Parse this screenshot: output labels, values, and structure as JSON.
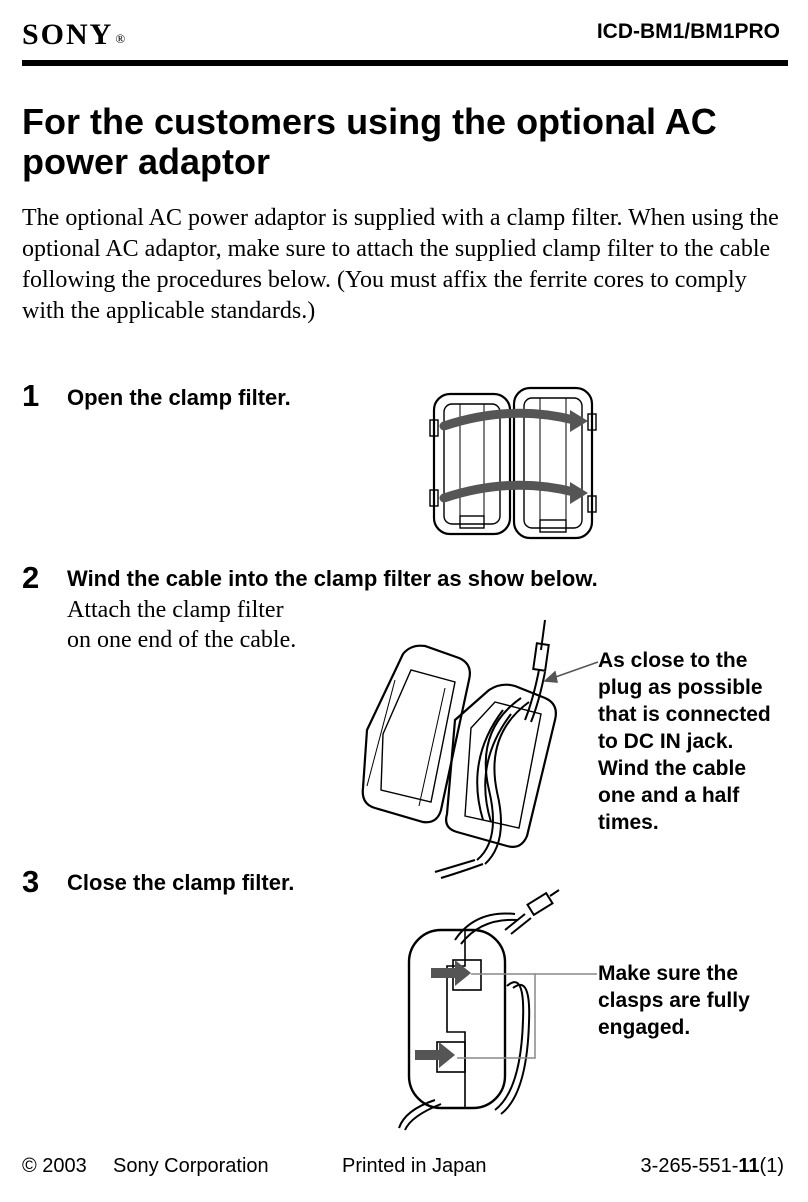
{
  "header": {
    "brand": "SONY",
    "brand_registered": "®",
    "model": "ICD-BM1/BM1PRO"
  },
  "title": "For the customers using the optional AC power adaptor",
  "intro": "The optional AC power adaptor is supplied with a clamp filter. When using the optional AC adaptor, make sure to attach the supplied clamp filter to the cable following the procedures below. (You must affix the ferrite cores to comply with the applicable standards.)",
  "steps": [
    {
      "number": "1",
      "label": "Open the clamp filter."
    },
    {
      "number": "2",
      "label": "Wind the cable into the clamp filter as show below.",
      "body": "Attach the clamp filter on one end of the cable."
    },
    {
      "number": "3",
      "label": "Close the clamp filter."
    }
  ],
  "callouts": {
    "step2": "As close to the plug as possible that is connected to DC IN jack. Wind the cable one and a half times.",
    "step3": "Make sure the clasps are fully engaged."
  },
  "footer": {
    "copyright": "© 2003",
    "company": "Sony Corporation",
    "printed": "Printed in Japan",
    "part_number_prefix": "3-265-551-",
    "part_number_bold": "11",
    "part_number_suffix": "(1)"
  }
}
